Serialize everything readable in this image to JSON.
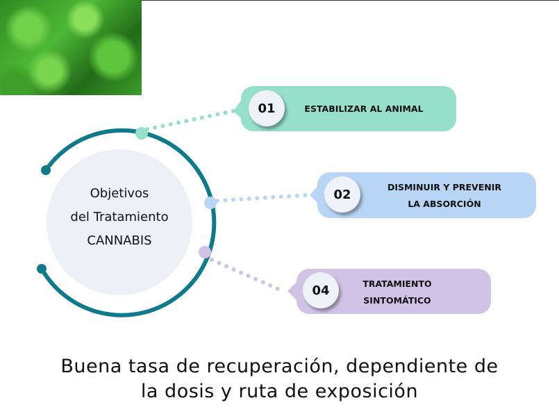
{
  "center": {
    "line1": "Objetivos",
    "line2": "del Tratamiento",
    "line3": "CANNABIS"
  },
  "items": [
    {
      "number": "01",
      "label_line1": "ESTABILIZAR AL ANIMAL",
      "label_line2": "",
      "color": "#96e0c9"
    },
    {
      "number": "02",
      "label_line1": "DISMINUIR Y PREVENIR",
      "label_line2": "LA ABSORCIÓN",
      "color": "#b9d5f5"
    },
    {
      "number": "04",
      "label_line1": "TRATAMIENTO",
      "label_line2": "SINTOMÁTICO",
      "color": "#d1c3e5"
    }
  ],
  "footer": {
    "line1": "Buena tasa de recuperación, dependiente de",
    "line2": "la dosis y ruta de exposición"
  },
  "colors": {
    "ring": "#0e7a8c",
    "disc": "#edf0f7"
  }
}
